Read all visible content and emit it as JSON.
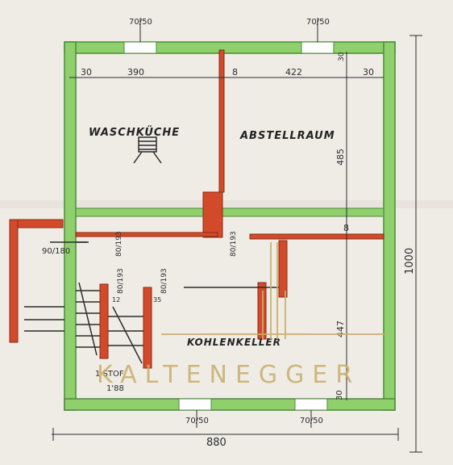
{
  "plan": {
    "rooms": {
      "waschkueche": "WASCHKÜCHE",
      "abstellraum": "ABSTELLRAUM",
      "kohlenkeller": "KOHLENKELLER"
    },
    "dims": {
      "top_left_wall": "30",
      "top_room_left": "390",
      "top_mid_wall": "8",
      "top_room_right": "422",
      "top_right_wall": "30",
      "right_upper": "485",
      "right_mid": "8",
      "right_lower": "447",
      "right_bottom": "30",
      "right_small_top": "30",
      "overall_height": "1000",
      "overall_width": "880",
      "window_top_left": "70/50",
      "window_top_right": "70/50",
      "window_bottom_left": "70/50",
      "window_bottom_right": "70/50",
      "door_left": "90/180",
      "door_mid_left": "80/193",
      "door_mid_right": "80/193",
      "door_lower_a": "80/193",
      "door_lower_b": "80/193",
      "stair_small_1": "12",
      "stair_small_2": "35",
      "stair_note": "1 STOF",
      "stair_note_2": "1'88"
    },
    "watermark": "KALTENEGGER",
    "colors": {
      "wall": "#8fd06d",
      "wall_dark": "#4d8a3c",
      "new_wall": "#d24a2a",
      "paper": "#efece6",
      "ink": "#2b2b2b",
      "watermark": "#c9ad6a"
    }
  }
}
